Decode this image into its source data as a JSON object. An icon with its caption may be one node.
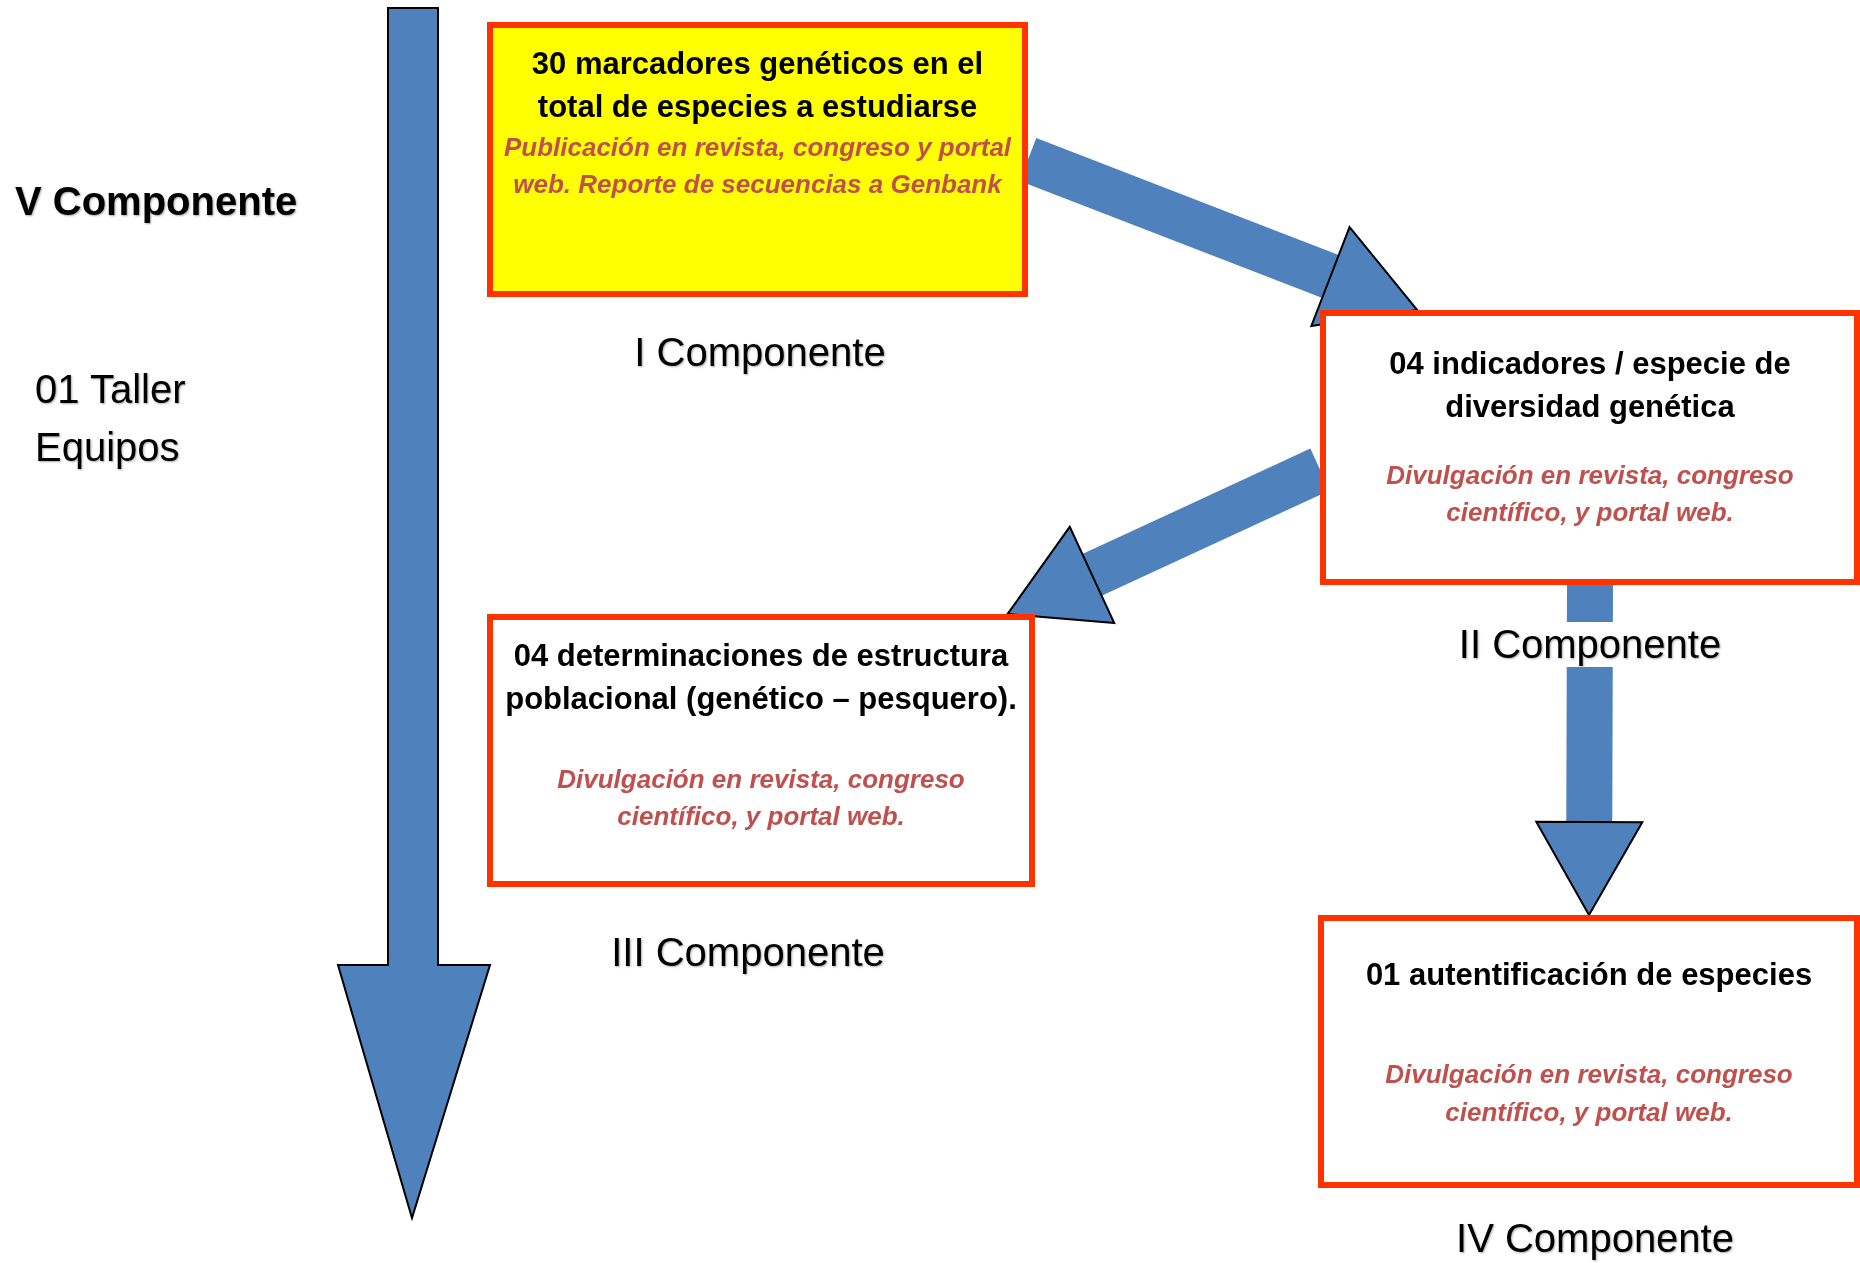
{
  "diagram": {
    "nodes": [
      {
        "text": [
          "30 marcadores genéticos en el total de especies a estudiarse",
          "Publicación en revista, congreso y portal web. Reporte de secuencias a Genbank"
        ],
        "beside": [
          "I Componente"
        ]
      },
      {
        "text": [
          "04 indicadores / especie  de diversidad genética",
          "Divulgación en revista, congreso científico, y portal web."
        ],
        "beside": [
          "II Componente"
        ]
      },
      {
        "text": [
          "04 determinaciones de estructura poblacional (genético – pesquero).",
          "Divulgación en revista, congreso científico, y portal web."
        ],
        "beside": [
          "III Componente"
        ]
      },
      {
        "text": [
          "01  autentificación de especies",
          "Divulgación en revista, congreso científico, y portal web."
        ],
        "beside": [
          "IV Componente"
        ]
      }
    ],
    "edges": [
      {
        "from": 0,
        "to": 1,
        "arrow": "to"
      },
      {
        "from": 1,
        "to": 2,
        "arrow": "to"
      },
      {
        "from": 1,
        "to": 3,
        "arrow": "to"
      }
    ],
    "labels": [
      "V Componente",
      "01 Taller Equipos"
    ]
  }
}
